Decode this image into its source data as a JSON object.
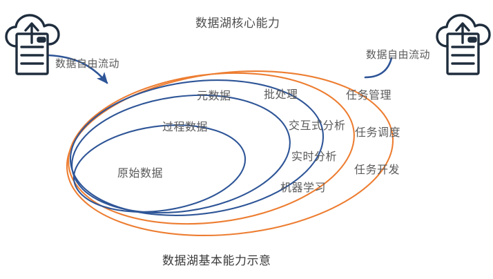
{
  "diagram": {
    "title": "数据湖核心能力",
    "caption": "数据湖基本能力示意",
    "colors": {
      "blue": "#2e5597",
      "orange": "#ed7d31",
      "icon_navy": "#1f2d3d",
      "text_gray": "#5a5a5a",
      "background": "#ffffff"
    },
    "flow_arrows": [
      {
        "label": "数据自由流动",
        "direction": "inward-left",
        "color": "#2e5597"
      },
      {
        "label": "数据自由流动",
        "direction": "outward-right",
        "color": "#2e5597"
      }
    ],
    "icons": [
      {
        "name": "cloud-storage-upload-icon",
        "side": "left"
      },
      {
        "name": "cloud-storage-upload-icon",
        "side": "right"
      }
    ],
    "rings": [
      {
        "group": "storage",
        "color": "#2e5597",
        "label": "原始数据"
      },
      {
        "group": "storage",
        "color": "#2e5597",
        "label": "过程数据"
      },
      {
        "group": "storage",
        "color": "#2e5597",
        "label": "元数据"
      },
      {
        "group": "compute",
        "color": "#2e5597",
        "label": "批处理"
      },
      {
        "group": "compute",
        "color": "#ed7d31",
        "label": "交互式分析"
      },
      {
        "group": "compute",
        "color": "#ed7d31",
        "label": "实时分析"
      },
      {
        "group": "compute",
        "color": "#ed7d31",
        "label": "机器学习"
      },
      {
        "group": "management",
        "color": "#ed7d31",
        "label": "任务管理"
      },
      {
        "group": "management",
        "color": "#ed7d31",
        "label": "任务调度"
      },
      {
        "group": "management",
        "color": "#ed7d31",
        "label": "任务开发"
      }
    ],
    "labels": {
      "raw_data": "原始数据",
      "process_data": "过程数据",
      "metadata": "元数据",
      "batch_processing": "批处理",
      "interactive_analysis": "交互式分析",
      "realtime_analysis": "实时分析",
      "machine_learning": "机器学习",
      "task_management": "任务管理",
      "task_scheduling": "任务调度",
      "task_development": "任务开发",
      "flow_left": "数据自由流动",
      "flow_right": "数据自由流动"
    }
  }
}
